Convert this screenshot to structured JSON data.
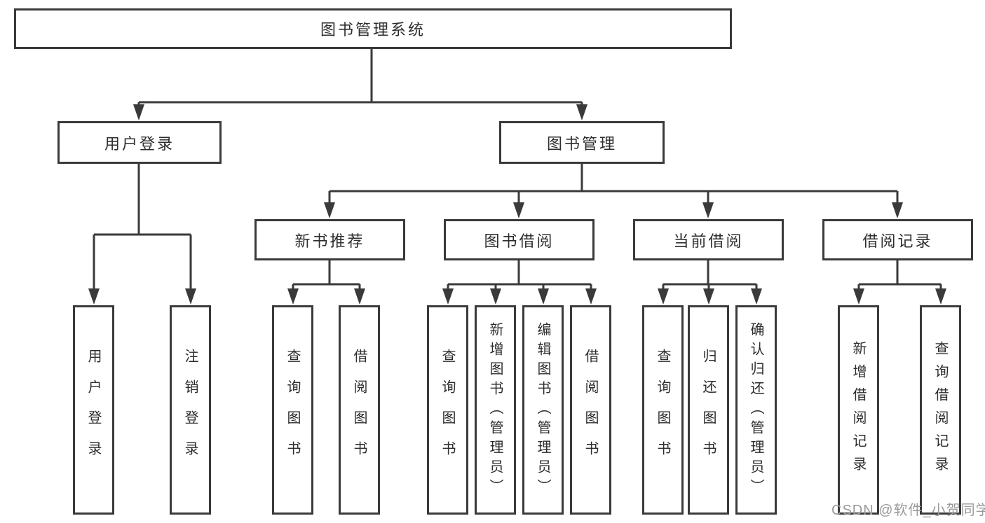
{
  "root": {
    "label": "图书管理系统"
  },
  "branches": [
    {
      "label": "用户登录",
      "children": [
        {
          "label": "用户登录"
        },
        {
          "label": "注销登录"
        }
      ]
    },
    {
      "label": "图书管理",
      "children": [
        {
          "label": "新书推荐",
          "children": [
            {
              "label": "查询图书"
            },
            {
              "label": "借阅图书"
            }
          ]
        },
        {
          "label": "图书借阅",
          "children": [
            {
              "label": "查询图书"
            },
            {
              "label": "新增图书（管理员）"
            },
            {
              "label": "编辑图书（管理员）"
            },
            {
              "label": "借阅图书"
            }
          ]
        },
        {
          "label": "当前借阅",
          "children": [
            {
              "label": "查询图书"
            },
            {
              "label": "归还图书"
            },
            {
              "label": "确认归还（管理员）"
            }
          ]
        },
        {
          "label": "借阅记录",
          "children": [
            {
              "label": "新增借阅记录"
            },
            {
              "label": "查询借阅记录"
            }
          ]
        }
      ]
    }
  ],
  "watermark": {
    "text": "CSDN @软件_小贺同学"
  },
  "colors": {
    "line": "#3a3a3a",
    "box_border": "#3a3a3a",
    "text": "#2d2d2d",
    "watermark": "#9a9a9a",
    "background": "#ffffff"
  }
}
